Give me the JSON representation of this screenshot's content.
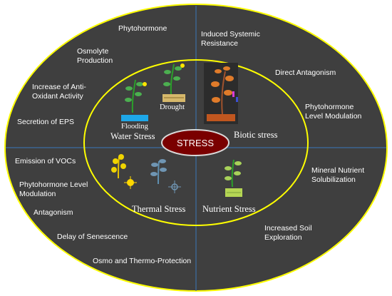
{
  "center": {
    "label": "STRESS"
  },
  "quadrants": {
    "water_stress": {
      "label": "Water Stress",
      "sub_labels": {
        "flooding": "Flooding",
        "drought": "Drought"
      }
    },
    "biotic_stress": {
      "label": "Biotic stress"
    },
    "thermal_stress": {
      "label": "Thermal Stress"
    },
    "nutrient_stress": {
      "label": "Nutrient Stress"
    }
  },
  "outer_labels": {
    "phytohormone": "Phytohormone",
    "induced_systemic_resistance": "Induced Systemic\nResistance",
    "osmolyte_production": "Osmolyte\nProduction",
    "direct_antagonism": "Direct Antagonism",
    "anti_oxidant_activity": "Increase of Anti-\nOxidant Activity",
    "phytohormone_level_modulation_right": "Phytohormone\nLevel Modulation",
    "secretion_of_eps": "Secretion of EPS",
    "emission_of_vocs": "Emission of VOCs",
    "mineral_nutrient_solubilization": "Mineral Nutrient\nSolubilization",
    "phytohormone_level_modulation_left": "Phytohormone Level\nModulation",
    "antagonism": "Antagonism",
    "increased_soil_exploration": "Increased Soil\nExploration",
    "delay_of_senescence": "Delay of Senescence",
    "osmo_thermo_protection": "Osmo and Thermo-Protection"
  },
  "colors": {
    "ellipse_fill": "#3f3f3f",
    "ellipse_border": "#ffff00",
    "divider_lines": "#3b6ea5",
    "center_fill": "#7a0000",
    "center_border": "#d9d9d9",
    "text": "#ffffff"
  }
}
